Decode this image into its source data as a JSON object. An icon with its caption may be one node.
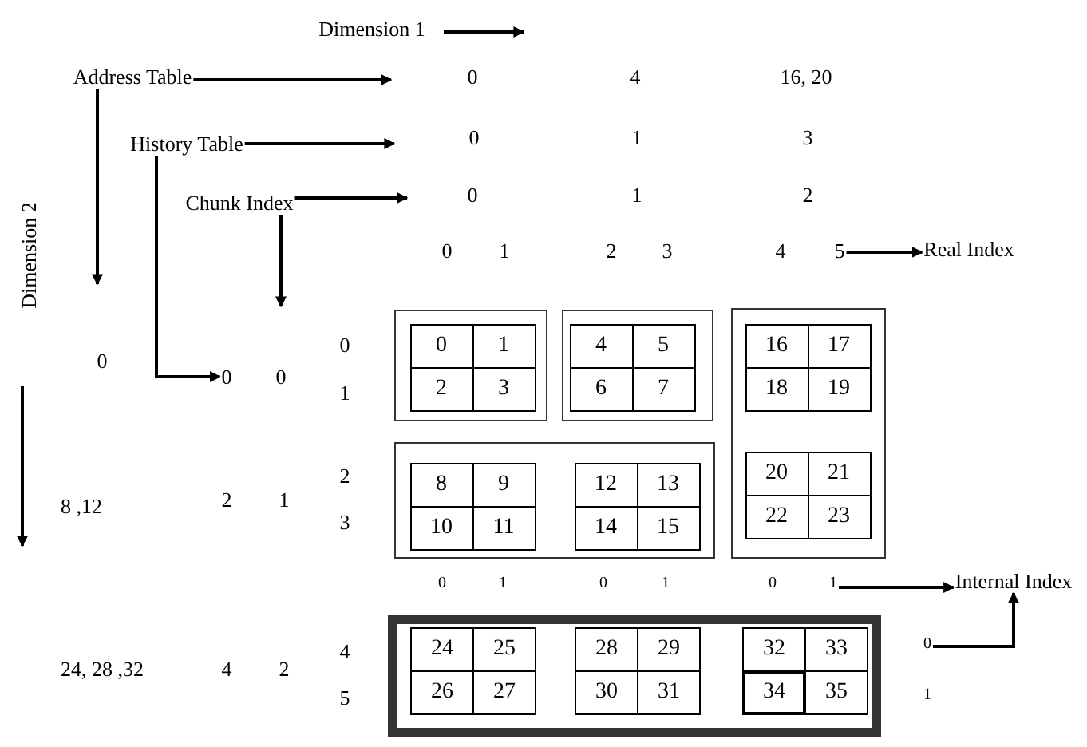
{
  "diagram": {
    "nodes": [
      {
        "text": [
          "Address Table"
        ]
      },
      {
        "text": [
          "History Table"
        ]
      },
      {
        "text": [
          "Chunk Index"
        ]
      },
      {
        "text": [
          "Real Index"
        ]
      },
      {
        "text": [
          "Internal Index"
        ]
      },
      {
        "text": [],
        "shape": "box"
      },
      {
        "text": [],
        "shape": "box"
      },
      {
        "text": [],
        "shape": "box"
      },
      {
        "text": [],
        "shape": "box"
      },
      {
        "text": [],
        "shape": "box"
      },
      {
        "text": [
          "0"
        ],
        "in": 5
      },
      {
        "text": [
          "1"
        ],
        "in": 5
      },
      {
        "text": [
          "2"
        ],
        "in": 5
      },
      {
        "text": [
          "3"
        ],
        "in": 5
      },
      {
        "text": [
          "4"
        ],
        "in": 6
      },
      {
        "text": [
          "5"
        ],
        "in": 6
      },
      {
        "text": [
          "6"
        ],
        "in": 6
      },
      {
        "text": [
          "7"
        ],
        "in": 6
      },
      {
        "text": [
          "8"
        ],
        "in": 8
      },
      {
        "text": [
          "9"
        ],
        "in": 8
      },
      {
        "text": [
          "10"
        ],
        "in": 8
      },
      {
        "text": [
          "11"
        ],
        "in": 8
      },
      {
        "text": [
          "12"
        ],
        "in": 8
      },
      {
        "text": [
          "13"
        ],
        "in": 8
      },
      {
        "text": [
          "14"
        ],
        "in": 8
      },
      {
        "text": [
          "15"
        ],
        "in": 8
      },
      {
        "text": [
          "16"
        ],
        "in": 7
      },
      {
        "text": [
          "17"
        ],
        "in": 7
      },
      {
        "text": [
          "18"
        ],
        "in": 7
      },
      {
        "text": [
          "19"
        ],
        "in": 7
      },
      {
        "text": [
          "20"
        ],
        "in": 7
      },
      {
        "text": [
          "21"
        ],
        "in": 7
      },
      {
        "text": [
          "22"
        ],
        "in": 7
      },
      {
        "text": [
          "23"
        ],
        "in": 7
      },
      {
        "text": [
          "24"
        ],
        "in": 9
      },
      {
        "text": [
          "25"
        ],
        "in": 9
      },
      {
        "text": [
          "26"
        ],
        "in": 9
      },
      {
        "text": [
          "27"
        ],
        "in": 9
      },
      {
        "text": [
          "28"
        ],
        "in": 9
      },
      {
        "text": [
          "29"
        ],
        "in": 9
      },
      {
        "text": [
          "30"
        ],
        "in": 9
      },
      {
        "text": [
          "31"
        ],
        "in": 9
      },
      {
        "text": [
          "32"
        ],
        "in": 9
      },
      {
        "text": [
          "33"
        ],
        "in": 9
      },
      {
        "text": [
          "34"
        ],
        "in": 9
      },
      {
        "text": [
          "35"
        ],
        "in": 9
      },
      {
        "text": [
          "5"
        ]
      },
      {
        "text": [
          "0"
        ]
      },
      {
        "text": [
          "1"
        ]
      },
      {
        "text": [
          "0"
        ]
      }
    ],
    "edges": [
      {
        "from": 0,
        "to": null,
        "arrow": "to"
      },
      {
        "from": 0,
        "to": null,
        "arrow": "to"
      },
      {
        "from": 1,
        "to": null,
        "arrow": "to"
      },
      {
        "from": 1,
        "to": 47,
        "arrow": "to"
      },
      {
        "from": 2,
        "to": null,
        "arrow": "to"
      },
      {
        "from": 2,
        "to": null,
        "arrow": "to"
      },
      {
        "from": 46,
        "to": 3,
        "arrow": "to"
      },
      {
        "from": 48,
        "to": 4,
        "arrow": "to"
      },
      {
        "from": 49,
        "to": 4,
        "arrow": "to"
      }
    ],
    "labels": [
      "Dimension 1",
      "0",
      "4",
      "16, 20",
      "0",
      "1",
      "3",
      "0",
      "1",
      "2",
      "0",
      "1",
      "2",
      "3",
      "4",
      "Dimension 2",
      "0",
      "0",
      "0",
      "1",
      "8 ,12",
      "2",
      "1",
      "2",
      "3",
      "0",
      "1",
      "0",
      "1",
      "0",
      "24, 28 ,32",
      "4",
      "2",
      "4",
      "5",
      "1"
    ]
  }
}
